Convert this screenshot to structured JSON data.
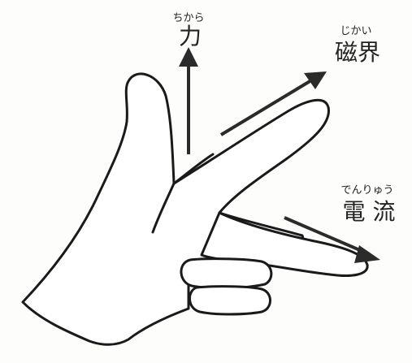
{
  "labels": {
    "force": {
      "ruby": "ちから",
      "text": "力"
    },
    "magnetic_field": {
      "ruby": "じかい",
      "text": "磁界"
    },
    "current": {
      "ruby": "でんりゅう",
      "text": "電 流"
    }
  },
  "colors": {
    "outline": "#1a1a1a",
    "arrow": "#2b2b2b",
    "hand_fill": "#ffffff",
    "background": "#fdfdfc"
  }
}
